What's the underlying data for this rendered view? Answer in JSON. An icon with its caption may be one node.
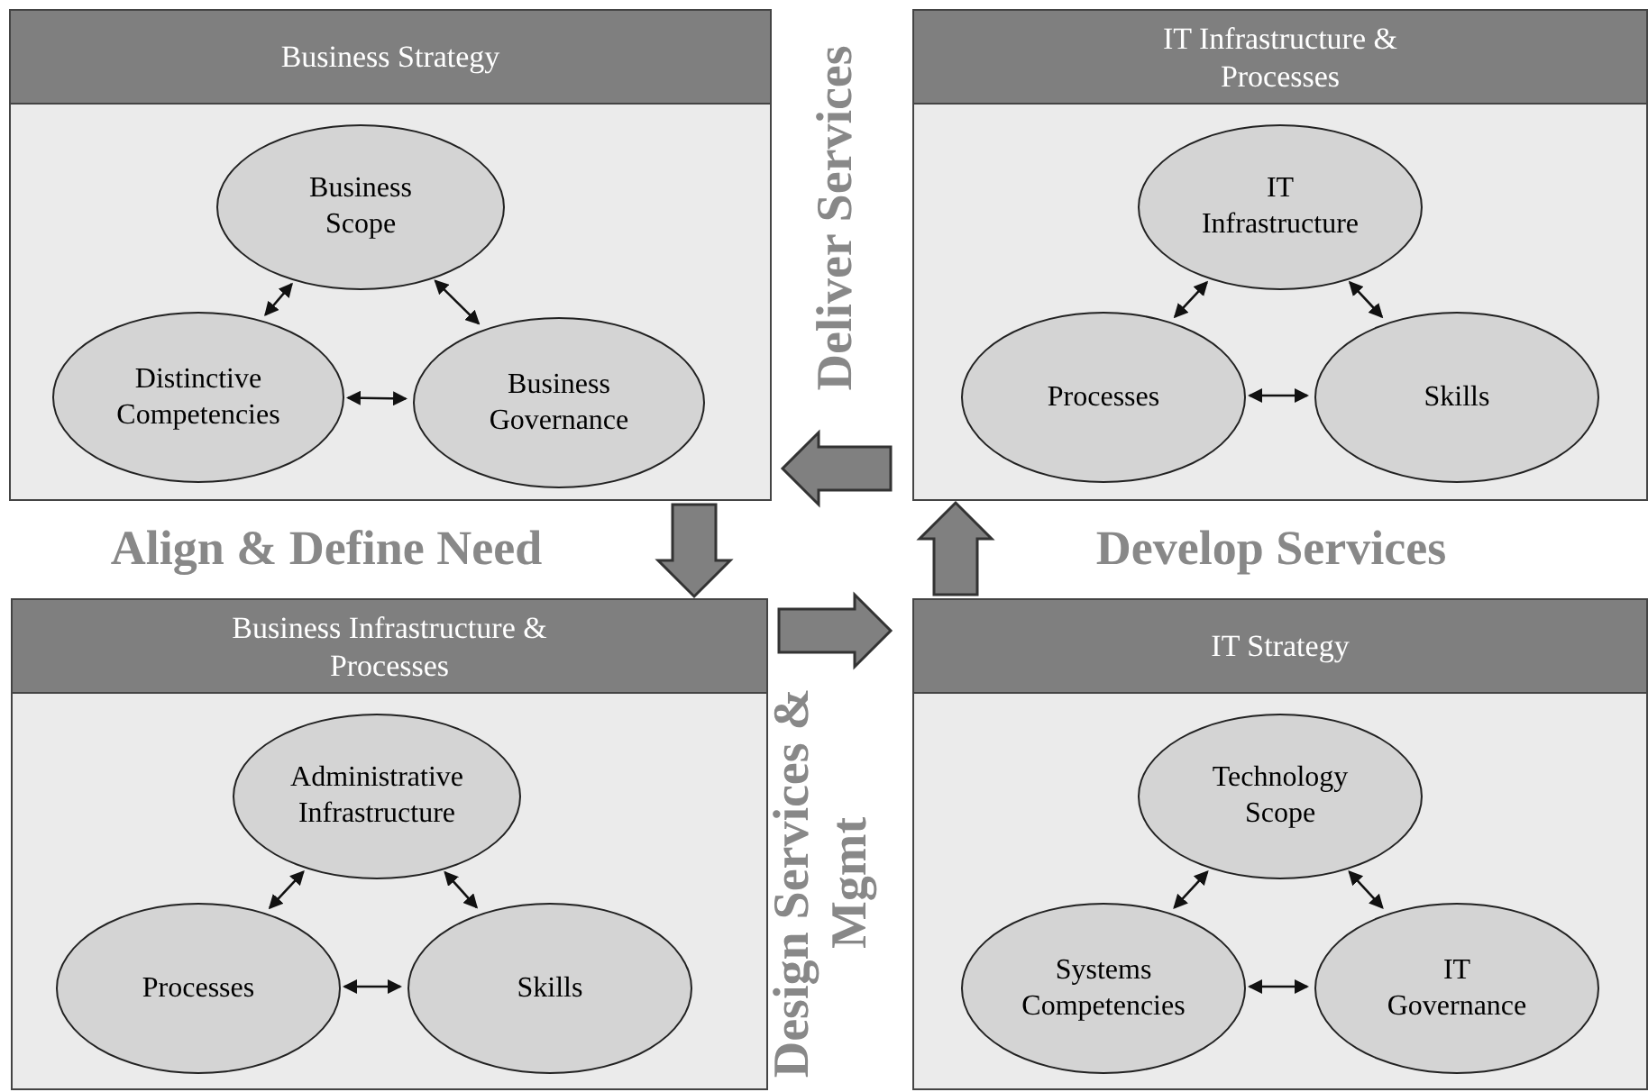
{
  "diagram": {
    "nodes": [
      {
        "text": [
          "Business Strategy"
        ]
      },
      {
        "text": [
          "Business Scope"
        ],
        "in": 0
      },
      {
        "text": [
          "Distinctive Competencies"
        ],
        "in": 0
      },
      {
        "text": [
          "Business Governance"
        ],
        "in": 0
      },
      {
        "text": [
          "IT Infrastructure & Processes"
        ]
      },
      {
        "text": [
          "IT Infrastructure"
        ],
        "in": 4
      },
      {
        "text": [
          "Processes"
        ],
        "in": 4
      },
      {
        "text": [
          "Skills"
        ],
        "in": 4
      },
      {
        "text": [
          "Business Infrastructure & Processes"
        ]
      },
      {
        "text": [
          "Administrative Infrastructure"
        ],
        "in": 8
      },
      {
        "text": [
          "Processes"
        ],
        "in": 8
      },
      {
        "text": [
          "Skills"
        ],
        "in": 8
      },
      {
        "text": [
          "IT Strategy"
        ]
      },
      {
        "text": [
          "Technology Scope"
        ],
        "in": 12
      },
      {
        "text": [
          "Systems Competencies"
        ],
        "in": 12
      },
      {
        "text": [
          "IT Governance"
        ],
        "in": 12
      }
    ],
    "edges": [
      {
        "from": 1,
        "to": 2,
        "arrow": "both"
      },
      {
        "from": 1,
        "to": 3,
        "arrow": "both"
      },
      {
        "from": 2,
        "to": 3,
        "arrow": "both"
      },
      {
        "from": 5,
        "to": 6,
        "arrow": "both"
      },
      {
        "from": 5,
        "to": 7,
        "arrow": "both"
      },
      {
        "from": 6,
        "to": 7,
        "arrow": "both"
      },
      {
        "from": 9,
        "to": 10,
        "arrow": "both"
      },
      {
        "from": 9,
        "to": 11,
        "arrow": "both"
      },
      {
        "from": 10,
        "to": 11,
        "arrow": "both"
      },
      {
        "from": 13,
        "to": 14,
        "arrow": "both"
      },
      {
        "from": 13,
        "to": 15,
        "arrow": "both"
      },
      {
        "from": 14,
        "to": 15,
        "arrow": "both"
      },
      {
        "from": 0,
        "to": 8,
        "arrow": "to",
        "style": "thick"
      },
      {
        "from": 8,
        "to": 12,
        "arrow": "to",
        "style": "thick"
      },
      {
        "from": 12,
        "to": 4,
        "arrow": "to",
        "style": "thick"
      },
      {
        "from": 4,
        "to": 0,
        "arrow": "to",
        "style": "thick"
      }
    ],
    "labels": [
      "Deliver Services",
      "Align & Define Need",
      "Develop Services",
      "Design Services & Mgmt"
    ]
  }
}
